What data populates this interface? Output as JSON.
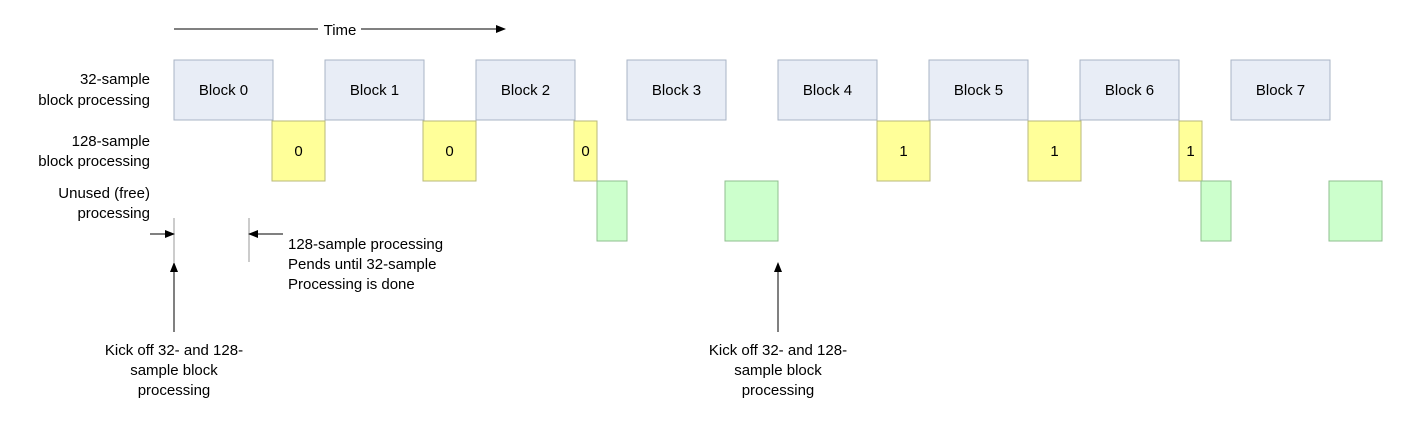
{
  "time_axis": {
    "label": "Time"
  },
  "row_labels": {
    "block32": [
      "32-sample",
      "block processing"
    ],
    "block128": [
      "128-sample",
      "block processing"
    ],
    "free": [
      "Unused (free)",
      "processing"
    ]
  },
  "blocks32": [
    {
      "label": "Block 0"
    },
    {
      "label": "Block 1"
    },
    {
      "label": "Block 2"
    },
    {
      "label": "Block 3"
    },
    {
      "label": "Block 4"
    },
    {
      "label": "Block 5"
    },
    {
      "label": "Block 6"
    },
    {
      "label": "Block 7"
    }
  ],
  "blocks128": [
    {
      "label": "0"
    },
    {
      "label": "0"
    },
    {
      "label": "0"
    },
    {
      "label": "1"
    },
    {
      "label": "1"
    },
    {
      "label": "1"
    }
  ],
  "free_blocks": [
    {
      "label": ""
    },
    {
      "label": ""
    },
    {
      "label": ""
    },
    {
      "label": ""
    }
  ],
  "annotations": {
    "pend_note": [
      "128-sample processing",
      "Pends until 32-sample",
      "Processing is done"
    ],
    "kickoff_1": [
      "Kick off 32- and 128-",
      "sample block",
      "processing"
    ],
    "kickoff_2": [
      "Kick off 32- and 128-",
      "sample block",
      "processing"
    ]
  },
  "colors": {
    "block32_fill": "#E8EDF6",
    "block32_stroke": "#A9B4C6",
    "block128_fill": "#FFFF99",
    "block128_stroke": "#B8B87A",
    "free_fill": "#CCFFCC",
    "free_stroke": "#8FBF8F",
    "line": "#000000",
    "guide": "#9A9A9A"
  }
}
